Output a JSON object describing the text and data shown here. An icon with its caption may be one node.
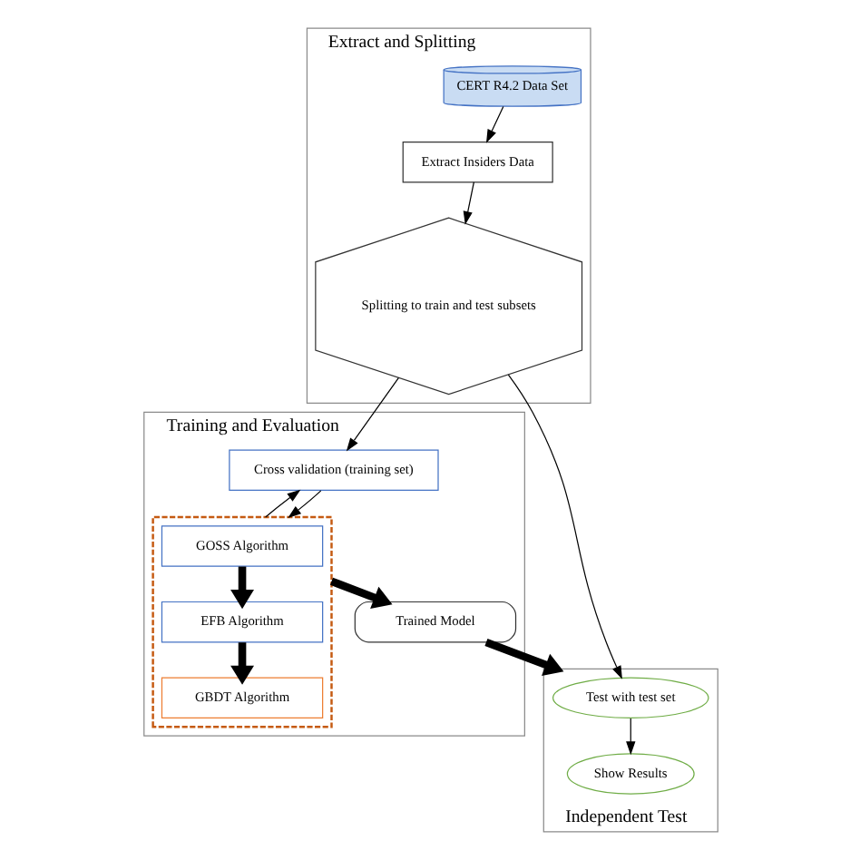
{
  "diagram": {
    "nodes": [
      {
        "text": [
          "Extract and Splitting"
        ]
      },
      {
        "text": [
          "CERT R4.2 Data Set"
        ],
        "in": 0
      },
      {
        "text": [
          "Extract Insiders Data"
        ],
        "in": 0
      },
      {
        "text": [
          "Splitting to train and test subsets"
        ],
        "in": 0
      },
      {
        "text": [
          "Training and Evaluation"
        ]
      },
      {
        "text": [
          "Cross validation (training set)"
        ],
        "in": 4
      },
      {
        "text": [],
        "shape": "box",
        "in": 4
      },
      {
        "text": [
          "GOSS Algorithm"
        ],
        "in": 6
      },
      {
        "text": [
          "EFB Algorithm"
        ],
        "in": 6
      },
      {
        "text": [
          "GBDT Algorithm"
        ],
        "in": 6
      },
      {
        "text": [
          "Trained Model"
        ],
        "in": 4
      },
      {
        "text": [
          "Independent Test"
        ]
      },
      {
        "text": [
          "Test with test set"
        ],
        "in": 11
      },
      {
        "text": [
          "Show Results"
        ],
        "in": 11
      }
    ],
    "edges": [
      {
        "from": 1,
        "to": 2,
        "arrow": "to"
      },
      {
        "from": 2,
        "to": 3,
        "arrow": "to"
      },
      {
        "from": 3,
        "to": 5,
        "arrow": "to"
      },
      {
        "from": 5,
        "to": 6,
        "arrow": "to"
      },
      {
        "from": 6,
        "to": 5,
        "arrow": "to"
      },
      {
        "from": 7,
        "to": 8,
        "arrow": "to",
        "style": "thick"
      },
      {
        "from": 8,
        "to": 9,
        "arrow": "to",
        "style": "thick"
      },
      {
        "from": 6,
        "to": 10,
        "arrow": "to",
        "style": "thick"
      },
      {
        "from": 10,
        "to": 11,
        "arrow": "to",
        "style": "thick"
      },
      {
        "from": 3,
        "to": 12,
        "arrow": "to"
      },
      {
        "from": 12,
        "to": 13,
        "arrow": "to"
      }
    ]
  }
}
